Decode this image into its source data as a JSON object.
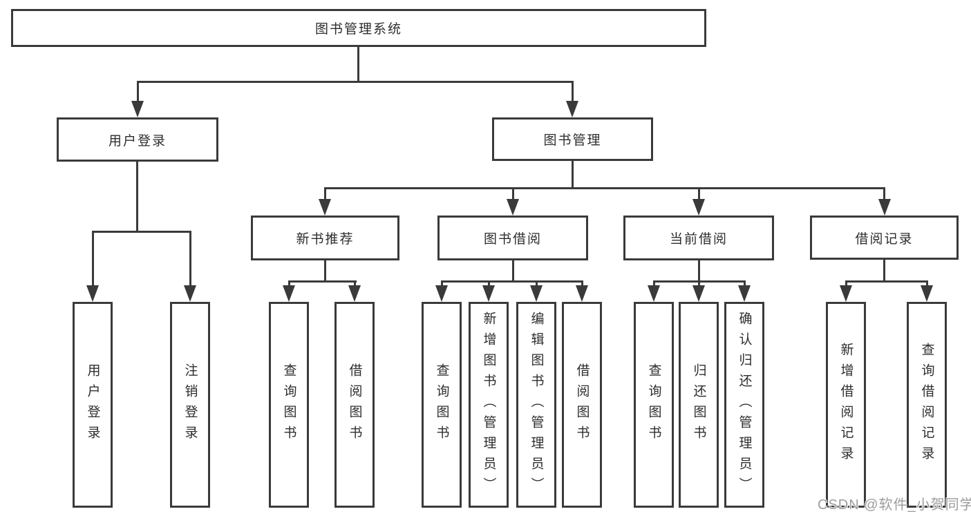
{
  "diagram": {
    "root": {
      "label": "图书管理系统"
    },
    "level1": [
      {
        "label": "用户登录"
      },
      {
        "label": "图书管理"
      }
    ],
    "level2": [
      {
        "label": "新书推荐"
      },
      {
        "label": "图书借阅"
      },
      {
        "label": "当前借阅"
      },
      {
        "label": "借阅记录"
      }
    ],
    "leaves": [
      {
        "label": "用户登录"
      },
      {
        "label": "注销登录"
      },
      {
        "label": "查询图书"
      },
      {
        "label": "借阅图书"
      },
      {
        "label": "查询图书"
      },
      {
        "label": "新增图书（管理员）"
      },
      {
        "label": "编辑图书（管理员）"
      },
      {
        "label": "借阅图书"
      },
      {
        "label": "查询图书"
      },
      {
        "label": "归还图书"
      },
      {
        "label": "确认归还（管理员）"
      },
      {
        "label": "新增借阅记录"
      },
      {
        "label": "查询借阅记录"
      }
    ],
    "watermark": "CSDN @软件_小贺同学",
    "colors": {
      "line": "#3a3a3a",
      "text": "#2d2d2d",
      "background": "#ffffff",
      "watermark": "#9c9c9c"
    }
  }
}
